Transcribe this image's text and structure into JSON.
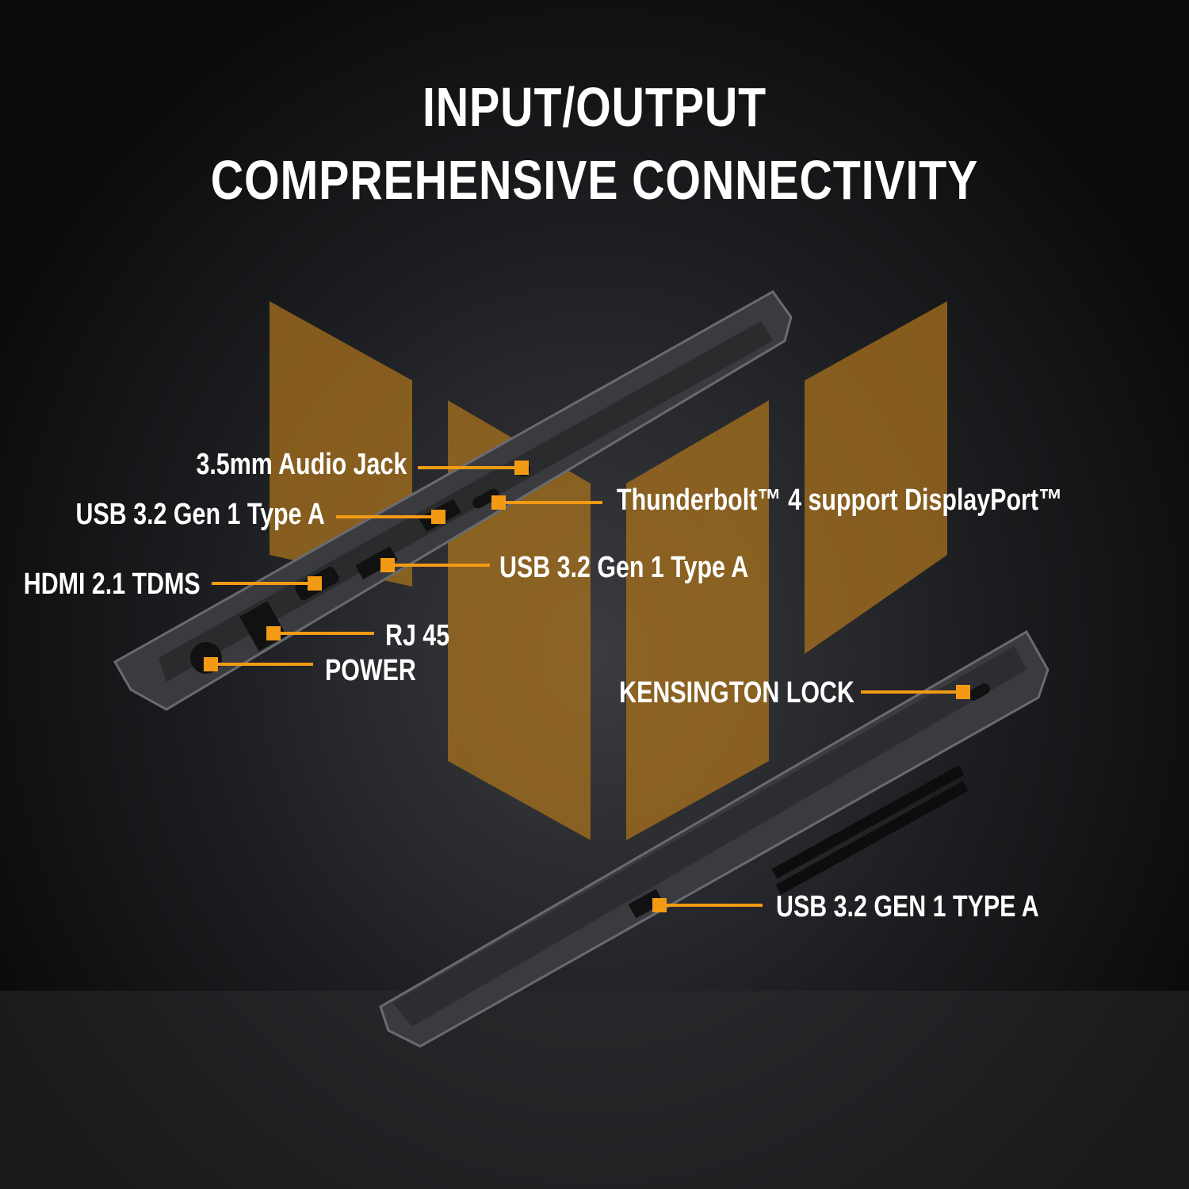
{
  "header": {
    "line1": "INPUT/OUTPUT",
    "line2": "COMPREHENSIVE CONNECTIVITY"
  },
  "colors": {
    "accent": "#f39a14",
    "logo": "#a8721c",
    "background": "#1d1e21"
  },
  "callouts": {
    "audio": "3.5mm Audio Jack",
    "usb_left": "USB 3.2 Gen 1 Type A",
    "hdmi": "HDMI 2.1 TDMS",
    "rj45": "RJ 45",
    "power": "POWER",
    "thunderbolt": "Thunderbolt™ 4 support DisplayPort™",
    "usb_mid": "USB 3.2 Gen 1 Type A",
    "kensington": "KENSINGTON LOCK",
    "usb_bottom": "USB 3.2 GEN 1 TYPE A"
  }
}
